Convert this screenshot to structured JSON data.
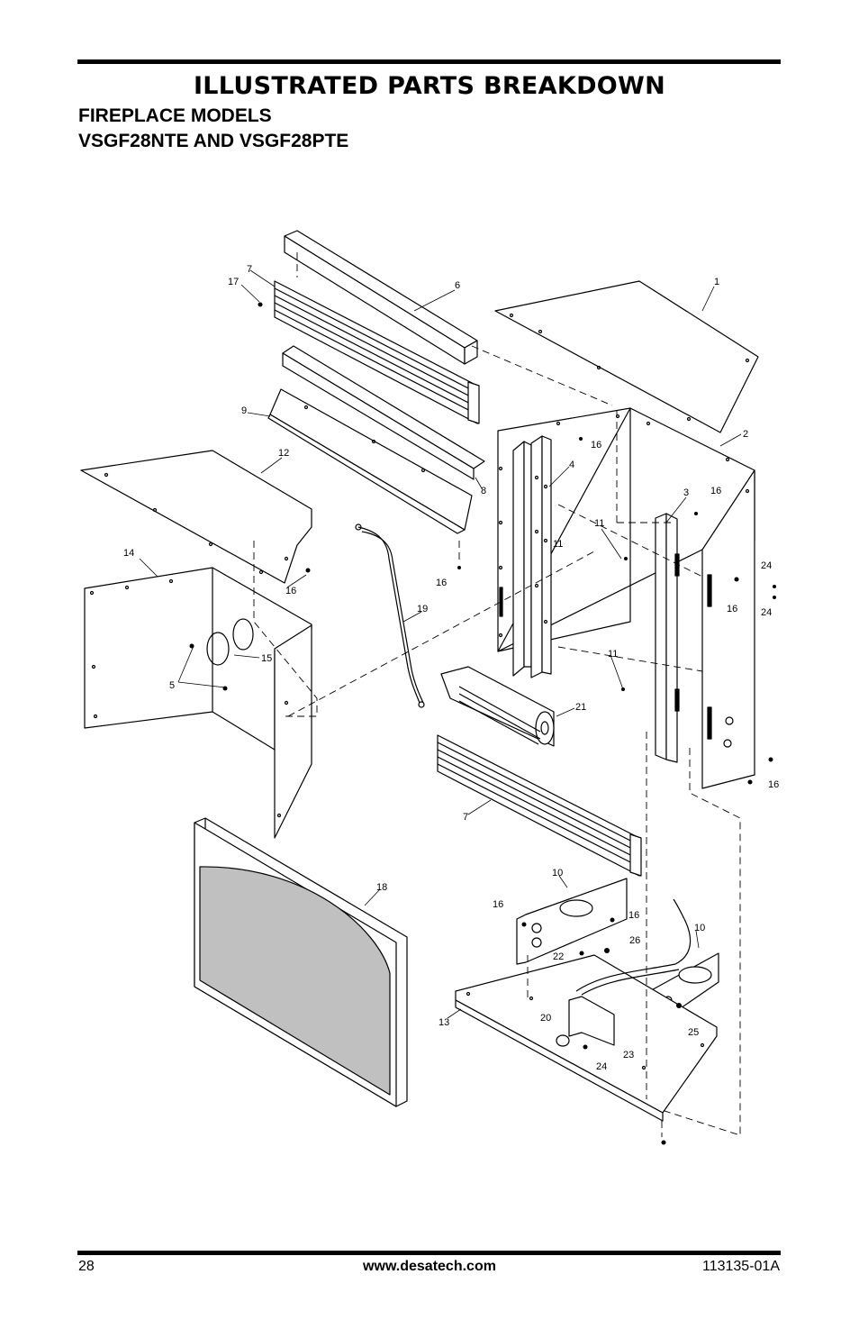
{
  "header": {
    "title": "ILLUSTRATED PARTS BREAKDOWN",
    "subtitle_line1": "FIREPLACE MODELS",
    "subtitle_line2": "VSGF28NTE AND VSGF28PTE"
  },
  "diagram": {
    "callouts": [
      {
        "id": "c1",
        "label": "1"
      },
      {
        "id": "c2",
        "label": "2"
      },
      {
        "id": "c3",
        "label": "3"
      },
      {
        "id": "c4",
        "label": "4"
      },
      {
        "id": "c5",
        "label": "5"
      },
      {
        "id": "c6",
        "label": "6"
      },
      {
        "id": "c7a",
        "label": "7"
      },
      {
        "id": "c7b",
        "label": "7"
      },
      {
        "id": "c8",
        "label": "8"
      },
      {
        "id": "c9",
        "label": "9"
      },
      {
        "id": "c10a",
        "label": "10"
      },
      {
        "id": "c10b",
        "label": "10"
      },
      {
        "id": "c11a",
        "label": "11"
      },
      {
        "id": "c11b",
        "label": "11"
      },
      {
        "id": "c11c",
        "label": "11"
      },
      {
        "id": "c12",
        "label": "12"
      },
      {
        "id": "c13",
        "label": "13"
      },
      {
        "id": "c14",
        "label": "14"
      },
      {
        "id": "c15",
        "label": "15"
      },
      {
        "id": "c16a",
        "label": "16"
      },
      {
        "id": "c16b",
        "label": "16"
      },
      {
        "id": "c16c",
        "label": "16"
      },
      {
        "id": "c16d",
        "label": "16"
      },
      {
        "id": "c16e",
        "label": "16"
      },
      {
        "id": "c16f",
        "label": "16"
      },
      {
        "id": "c16g",
        "label": "16"
      },
      {
        "id": "c16h",
        "label": "16"
      },
      {
        "id": "c17",
        "label": "17"
      },
      {
        "id": "c18",
        "label": "18"
      },
      {
        "id": "c19",
        "label": "19"
      },
      {
        "id": "c20",
        "label": "20"
      },
      {
        "id": "c21",
        "label": "21"
      },
      {
        "id": "c22",
        "label": "22"
      },
      {
        "id": "c23",
        "label": "23"
      },
      {
        "id": "c24a",
        "label": "24"
      },
      {
        "id": "c24b",
        "label": "24"
      },
      {
        "id": "c24c",
        "label": "24"
      },
      {
        "id": "c25",
        "label": "25"
      },
      {
        "id": "c26",
        "label": "26"
      }
    ]
  },
  "footer": {
    "page_number": "28",
    "website": "www.desatech.com",
    "doc_number": "113135-01A"
  }
}
